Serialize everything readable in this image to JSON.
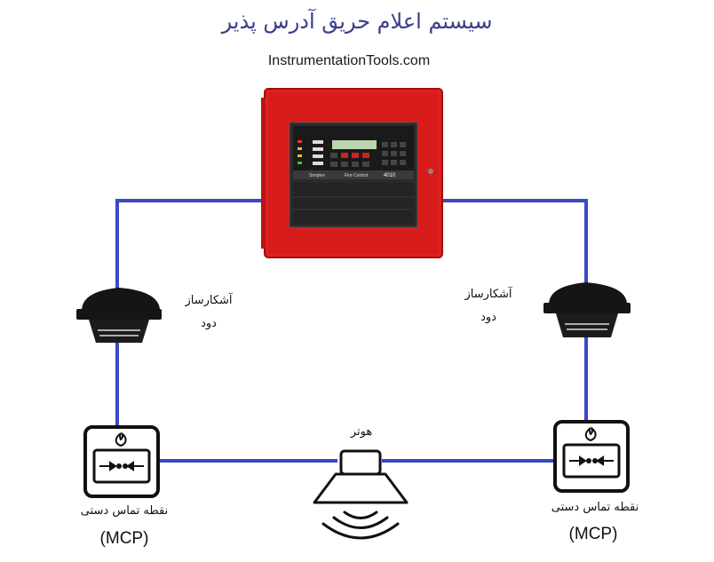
{
  "header": {
    "title": "سیستم اعلام حریق آدرس پذیر",
    "site": "InstrumentationTools.com"
  },
  "panel": {
    "brand": "Simplex",
    "model_text": "Fire Control",
    "model_number": "4010"
  },
  "labels": {
    "smoke_detector_line1": "آشکارساز",
    "smoke_detector_line2": "دود",
    "hooter": "هوتر",
    "manual_call_point": "نقطه تماس دستی",
    "mcp_abbr": "(MCP)"
  },
  "colors": {
    "wire": "#3a48c4",
    "panel_red": "#e02020",
    "detector_black": "#151515",
    "title_color": "#3a3d8a"
  },
  "icons": {
    "fire": "fire-icon",
    "arrows": "push-arrows-icon",
    "sound": "sound-waves-icon"
  }
}
